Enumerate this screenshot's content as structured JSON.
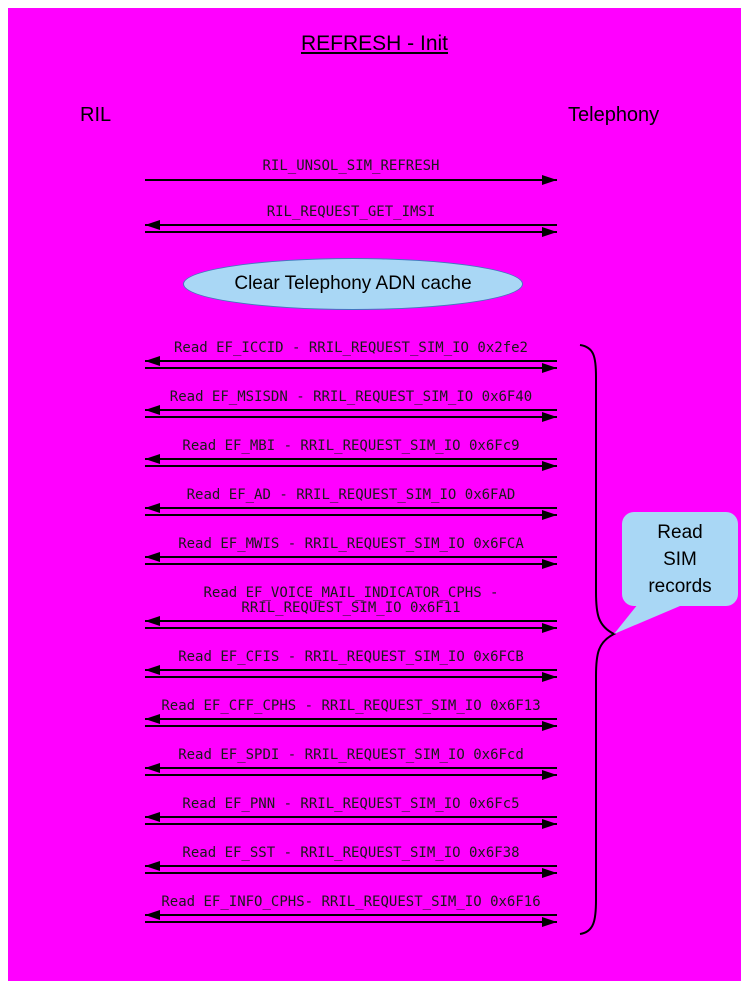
{
  "title": "REFRESH - Init",
  "actors": {
    "left": "RIL",
    "right": "Telephony"
  },
  "colors": {
    "background": "#FF00FF",
    "line": "#000000",
    "label_text": "#1A1A1A",
    "note_fill": "#A9D7F5",
    "note_border": "#4178BE",
    "callout_fill": "#A9D7F5"
  },
  "messages": [
    {
      "label": "RIL_UNSOL_SIM_REFRESH",
      "arrows": [
        "right"
      ]
    },
    {
      "label": "RIL_REQUEST_GET_IMSI",
      "arrows": [
        "left",
        "right"
      ]
    }
  ],
  "cache_note": "Clear Telephony ADN cache",
  "read_messages": [
    {
      "label": "Read EF_ICCID - RRIL_REQUEST_SIM_IO 0x2fe2",
      "arrows": [
        "left",
        "right"
      ]
    },
    {
      "label": "Read EF_MSISDN - RRIL_REQUEST_SIM_IO 0x6F40",
      "arrows": [
        "left",
        "right"
      ]
    },
    {
      "label": "Read EF_MBI - RRIL_REQUEST_SIM_IO 0x6Fc9",
      "arrows": [
        "left",
        "right"
      ]
    },
    {
      "label": "Read EF_AD - RRIL_REQUEST_SIM_IO 0x6FAD",
      "arrows": [
        "left",
        "right"
      ]
    },
    {
      "label": "Read EF_MWIS - RRIL_REQUEST_SIM_IO 0x6FCA",
      "arrows": [
        "left",
        "right"
      ]
    },
    {
      "label": "Read EF_VOICE_MAIL_INDICATOR_CPHS -\nRRIL_REQUEST_SIM_IO 0x6F11",
      "arrows": [
        "left",
        "right"
      ]
    },
    {
      "label": "Read EF_CFIS - RRIL_REQUEST_SIM_IO 0x6FCB",
      "arrows": [
        "left",
        "right"
      ]
    },
    {
      "label": "Read EF_CFF_CPHS - RRIL_REQUEST_SIM_IO 0x6F13",
      "arrows": [
        "left",
        "right"
      ]
    },
    {
      "label": "Read EF_SPDI - RRIL_REQUEST_SIM_IO 0x6Fcd",
      "arrows": [
        "left",
        "right"
      ]
    },
    {
      "label": "Read EF_PNN - RRIL_REQUEST_SIM_IO 0x6Fc5",
      "arrows": [
        "left",
        "right"
      ]
    },
    {
      "label": "Read EF_SST - RRIL_REQUEST_SIM_IO 0x6F38",
      "arrows": [
        "left",
        "right"
      ]
    },
    {
      "label": "Read EF_INFO_CPHS- RRIL_REQUEST_SIM_IO 0x6F16",
      "arrows": [
        "left",
        "right"
      ]
    }
  ],
  "callout": {
    "text": "Read\nSIM\nrecords"
  }
}
